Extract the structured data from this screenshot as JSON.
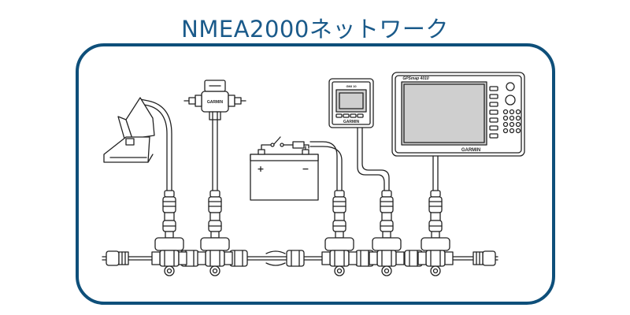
{
  "title": "NMEA2000ネットワーク",
  "colors": {
    "title": "#1a5a8a",
    "frame": "#0e4f7a",
    "line": "#222222",
    "fill": "#ffffff",
    "screen": "#cfcfcf"
  },
  "devices": {
    "transducer": {
      "icon": "transducer-icon"
    },
    "sensor": {
      "icon": "sensor-hub-icon",
      "label": "GARMIN"
    },
    "battery": {
      "icon": "battery-icon",
      "plus": "+",
      "minus": "−"
    },
    "instrument": {
      "icon": "instrument-display-icon",
      "brand": "GARMIN",
      "model": "GMI 10"
    },
    "chartplotter": {
      "icon": "chartplotter-icon",
      "brand": "GARMIN",
      "model": "GPSmap 4010"
    }
  }
}
